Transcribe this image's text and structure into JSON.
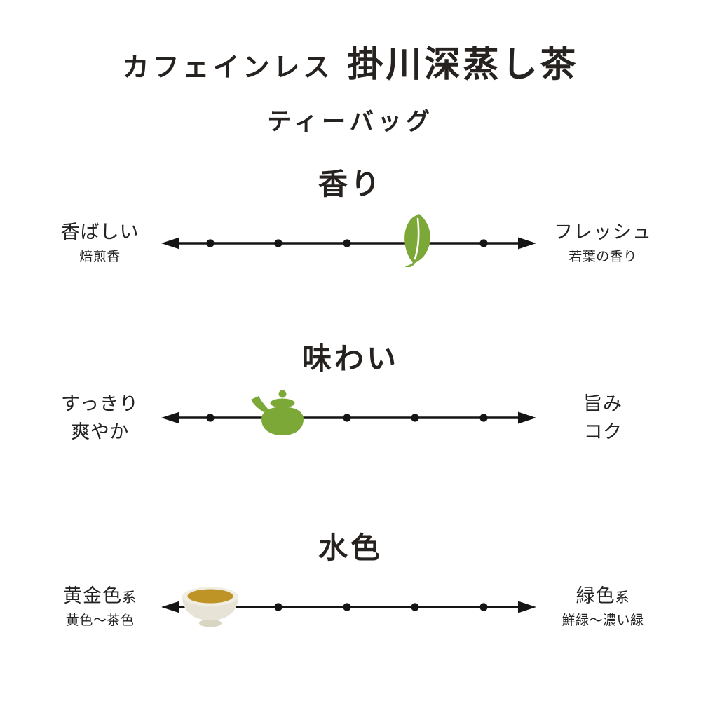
{
  "header": {
    "title_prefix": "カフェインレス",
    "title_main": "掛川深蒸し茶",
    "subtitle": "ティーバッグ"
  },
  "colors": {
    "text": "#262220",
    "axis_line": "#151515",
    "leaf_green": "#7CA837",
    "teapot_green": "#7CA837",
    "cup_cream": "#E7E3D6",
    "tea_gold": "#BE9427"
  },
  "chart_data": [
    {
      "type": "scale",
      "title": "香り",
      "left_label": "香ばしい",
      "left_label_suffix": "",
      "left_sublabel": "焙煎香",
      "right_label": "フレッシュ",
      "right_label_suffix": "",
      "right_sublabel": "若葉の香り",
      "tick_count": 5,
      "marker_icon": "leaf-icon",
      "marker_at_tick": 4,
      "marker_position": 0.678
    },
    {
      "type": "scale",
      "title": "味わい",
      "left_label": "すっきり",
      "left_label_suffix": "",
      "left_sublabel": "爽やか",
      "right_label": "旨み",
      "right_label_suffix": "",
      "right_sublabel": "コク",
      "tick_count": 5,
      "marker_icon": "teapot-icon",
      "marker_at_tick": 2,
      "marker_position": 0.314
    },
    {
      "type": "scale",
      "title": "水色",
      "left_label": "黄金色",
      "left_label_suffix": "系",
      "left_sublabel": "黄色〜茶色",
      "right_label": "緑色",
      "right_label_suffix": "系",
      "right_sublabel": "鮮緑〜濃い緑",
      "tick_count": 5,
      "marker_icon": "teacup-icon",
      "marker_at_tick": 1,
      "marker_position": 0.131
    }
  ]
}
